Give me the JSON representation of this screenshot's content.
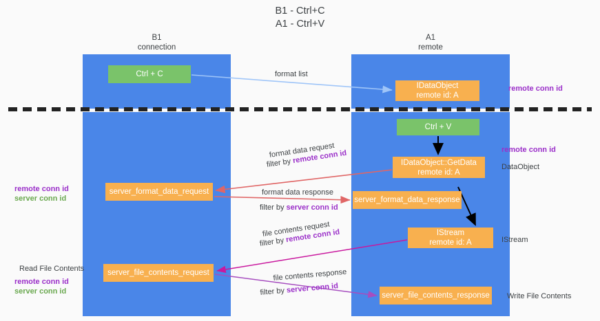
{
  "title": "B1 - Ctrl+C\nA1 - Ctrl+V",
  "columns": {
    "left": {
      "label": "B1\nconnection"
    },
    "right": {
      "label": "A1\nremote"
    }
  },
  "nodes": {
    "ctrl_c": {
      "label": "Ctrl + C",
      "color": "#7ac36a"
    },
    "idataobject": {
      "label": "IDataObject\nremote id: A",
      "color": "#f8b04f"
    },
    "ctrl_v": {
      "label": "Ctrl + V",
      "color": "#7ac36a"
    },
    "idataobject_getdata": {
      "label": "IDataObject::GetData\nremote id: A",
      "color": "#f8b04f"
    },
    "server_format_data_request": {
      "label": "server_format_data_request",
      "color": "#f8b04f"
    },
    "server_format_data_response": {
      "label": "server_format_data_response",
      "color": "#f8b04f"
    },
    "istream": {
      "label": "IStream\nremote id: A",
      "color": "#f8b04f"
    },
    "server_file_contents_request": {
      "label": "server_file_contents_request",
      "color": "#f8b04f"
    },
    "server_file_contents_response": {
      "label": "server_file_contents_response",
      "color": "#f8b04f"
    }
  },
  "edge_labels": {
    "format_list": "format list",
    "format_data_request": "format data request",
    "format_data_request_filter_prefix": "filter by ",
    "format_data_request_filter_key": "remote conn id",
    "format_data_response": "format data response",
    "format_data_response_filter_prefix": "filter by ",
    "format_data_response_filter_key": "server conn id",
    "file_contents_request": "file contents request",
    "file_contents_request_filter_prefix": "filter by ",
    "file_contents_request_filter_key": "remote conn id",
    "file_contents_response": "file contents response",
    "file_contents_response_filter_prefix": "filter by ",
    "file_contents_response_filter_key": "server conn id"
  },
  "annotations": {
    "remote_conn_id_top": "remote conn id",
    "remote_conn_id_mid": "remote conn id",
    "dataobject": "DataObject",
    "istream": "IStream",
    "write_file_contents": "Write File Contents",
    "read_file_contents": "Read File Contents",
    "conn_mid_remote": "remote conn id",
    "conn_mid_server": "server conn id",
    "conn_bottom_remote": "remote conn id",
    "conn_bottom_server": "server conn id"
  },
  "colors": {
    "lane": "#4a86e8",
    "green_node": "#7ac36a",
    "orange_node": "#f8b04f",
    "purple_text": "#9b30c9",
    "green_text": "#6aa84f",
    "arrow_blue": "#9fc5f8",
    "arrow_red": "#e06666",
    "arrow_magenta": "#c9189e",
    "arrow_purple": "#a64dbf",
    "arrow_black": "#000000",
    "divider": "#222222",
    "background": "#fafafa"
  }
}
